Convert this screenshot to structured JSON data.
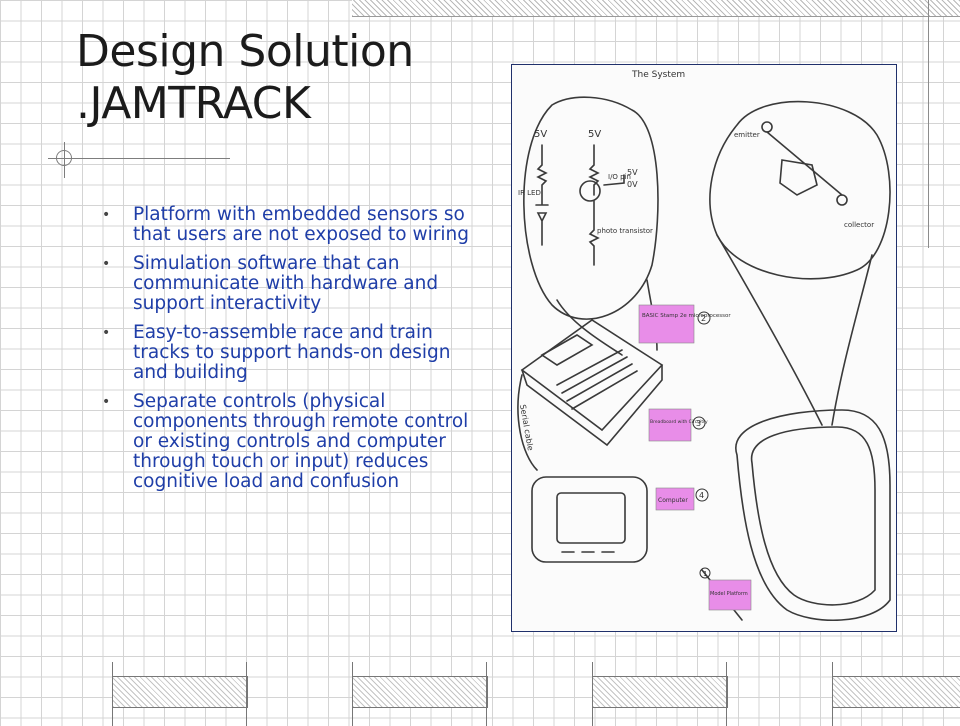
{
  "title": {
    "line1": "Design Solution",
    "line2": ".JAMTRACK"
  },
  "bullets": [
    "Platform with embedded sensors so that users are not exposed to wiring",
    "Simulation software that can communicate with hardware and support interactivity",
    "Easy-to-assemble race and train tracks to support hands-on design and building",
    "Separate controls (physical components through remote control or existing controls and computer through touch or input) reduces cognitive load and confusion"
  ],
  "sketch": {
    "heading": "The System",
    "labels": {
      "v1": "5V",
      "v2": "5V",
      "v3": "5V",
      "v4": "0V",
      "ir_led": "IR LED",
      "photo": "photo transistor",
      "pin": "I/O pin",
      "emitter": "emitter",
      "collector": "collector",
      "serial": "Serial cable"
    },
    "notes": [
      {
        "text": "BASIC Stamp 2e microprocessor",
        "num": "2"
      },
      {
        "text": "Breadboard with Circuitry",
        "num": "3"
      },
      {
        "text": "Computer",
        "num": "4"
      },
      {
        "text": "Model Platform",
        "num": "1"
      }
    ]
  },
  "colors": {
    "title": "#1b1b1b",
    "bullet_text": "#1f3ea8",
    "sticky_note": "#e88de8",
    "frame": "#20306b"
  }
}
